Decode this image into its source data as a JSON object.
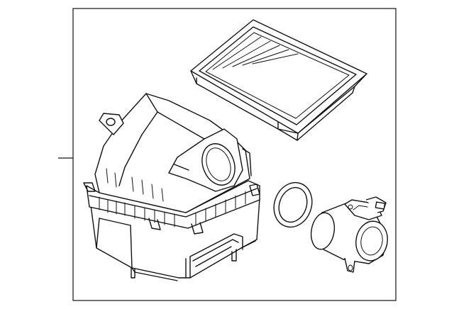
{
  "diagram": {
    "parts": [
      "air-filter-element",
      "air-cleaner-assembly",
      "seal-ring",
      "mass-air-flow-sensor"
    ]
  }
}
